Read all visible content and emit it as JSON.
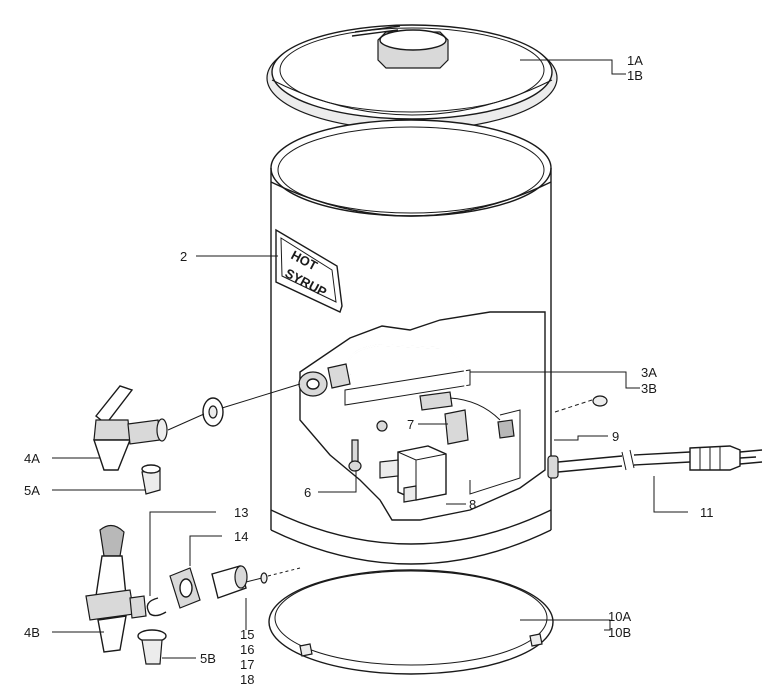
{
  "sign_text": {
    "line1": "HOT",
    "line2": "SYRUP"
  },
  "callouts": {
    "c1a": "1A",
    "c1b": "1B",
    "c2": "2",
    "c3a": "3A",
    "c3b": "3B",
    "c4a": "4A",
    "c4b": "4B",
    "c5a": "5A",
    "c5b": "5B",
    "c6": "6",
    "c7": "7",
    "c8": "8",
    "c9": "9",
    "c10a": "10A",
    "c10b": "10B",
    "c11": "11",
    "c13": "13",
    "c14": "14",
    "c15": "15",
    "c16": "16",
    "c17": "17",
    "c18": "18"
  }
}
